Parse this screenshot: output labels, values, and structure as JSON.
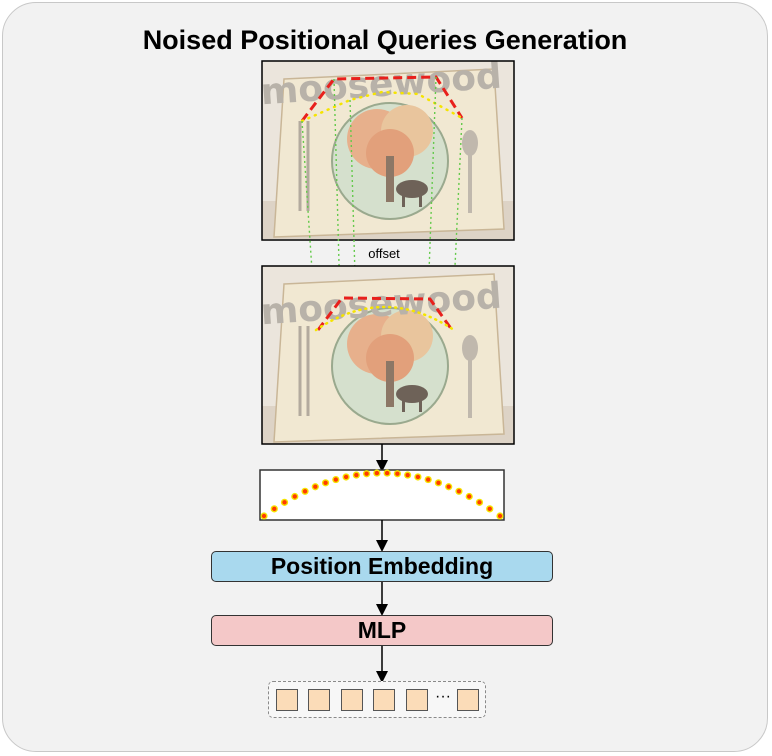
{
  "title": "Noised Positional Queries Generation",
  "offset_label": "offset",
  "sign_text": "moosewood",
  "boxes": {
    "position_embedding": "Position Embedding",
    "mlp": "MLP"
  },
  "tokens": {
    "count": 6,
    "ellipsis": "···"
  },
  "colors": {
    "panel_bg": "#f2f2f2",
    "position_embedding_fill": "#a9d9ee",
    "mlp_fill": "#f4c8c8",
    "token_fill": "#fbdcb8",
    "polygon_stroke": "#e8201c",
    "curve_point": "#ff3b00",
    "curve_halo": "#f5e400",
    "offset_line": "#63c94a"
  }
}
